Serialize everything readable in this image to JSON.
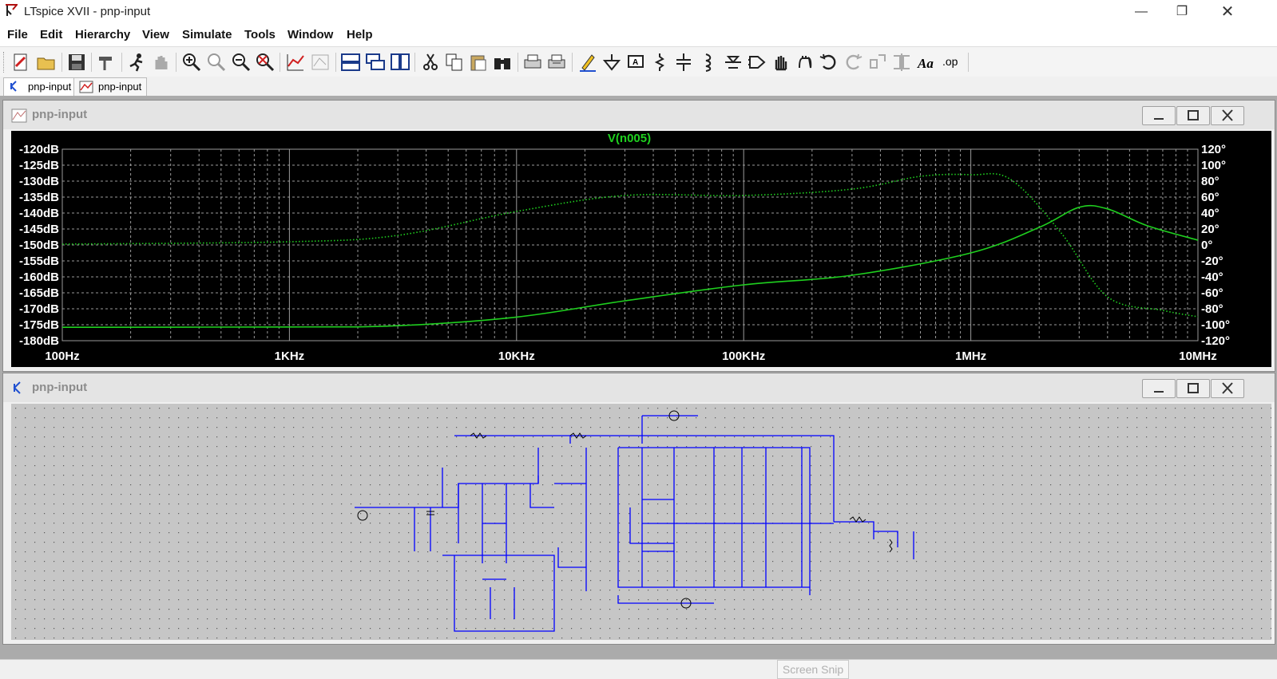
{
  "window": {
    "title": "LTspice XVII - pnp-input"
  },
  "menu": [
    "File",
    "Edit",
    "Hierarchy",
    "View",
    "Simulate",
    "Tools",
    "Window",
    "Help"
  ],
  "tabs": [
    {
      "label": "pnp-input",
      "active": true,
      "kind": "schematic"
    },
    {
      "label": "pnp-input",
      "active": false,
      "kind": "waveform"
    }
  ],
  "waveform_window": {
    "title": "pnp-input"
  },
  "schematic_window": {
    "title": "pnp-input"
  },
  "colors": {
    "trace": "#1fd01f",
    "plot_bg": "#000000",
    "grid": "#9a9a9a",
    "axis_text": "#ffffff",
    "schematic_wire": "#0000ff",
    "schematic_bg": "#c6c6c6"
  },
  "chart_data": {
    "type": "line",
    "title": "V(n005)",
    "x_scale": "log",
    "x_ticks": [
      "100Hz",
      "1KHz",
      "10KHz",
      "100KHz",
      "1MHz",
      "10MHz"
    ],
    "xlim": [
      100,
      10000000
    ],
    "y_left_ticks": [
      "-120dB",
      "-125dB",
      "-130dB",
      "-135dB",
      "-140dB",
      "-145dB",
      "-150dB",
      "-155dB",
      "-160dB",
      "-165dB",
      "-170dB",
      "-175dB",
      "-180dB"
    ],
    "ylim_left": [
      -180,
      -120
    ],
    "y_right_ticks": [
      "120°",
      "100°",
      "80°",
      "60°",
      "40°",
      "20°",
      "0°",
      "-20°",
      "-40°",
      "-60°",
      "-80°",
      "-100°",
      "-120°"
    ],
    "ylim_right": [
      -120,
      120
    ],
    "grid": true,
    "series": [
      {
        "style": "solid",
        "axis": "left",
        "x": [
          100,
          1000,
          3000,
          10000,
          30000,
          100000,
          300000,
          1000000,
          2000000,
          3000000,
          4000000,
          6000000,
          10000000
        ],
        "y": [
          -175.8,
          -175.7,
          -175.3,
          -172.6,
          -167.5,
          -162.5,
          -159.5,
          -152.5,
          -144.5,
          -138.2,
          -138.7,
          -144,
          -148.5
        ]
      },
      {
        "style": "dotted",
        "axis": "right",
        "x": [
          100,
          1000,
          3000,
          10000,
          30000,
          100000,
          300000,
          600000,
          1000000,
          1500000,
          2500000,
          4000000,
          7000000,
          10000000
        ],
        "y": [
          1,
          4,
          12,
          42,
          62,
          62,
          70,
          86,
          88,
          82,
          15,
          -65,
          -82,
          -90
        ]
      }
    ]
  }
}
